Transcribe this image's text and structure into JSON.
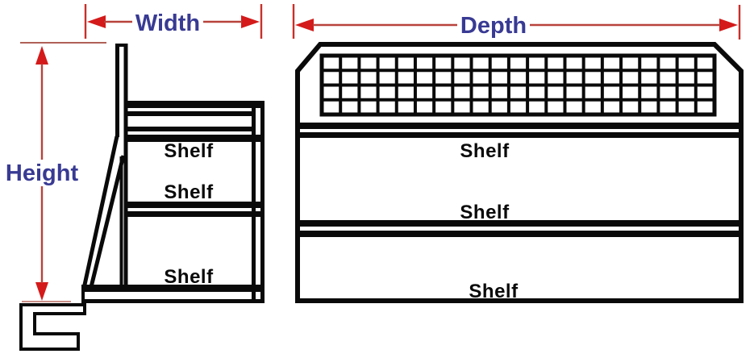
{
  "diagram": {
    "description": "Shelving unit dimension diagram with side view and front view",
    "colors": {
      "dimension_red": "#d41a1a",
      "label_blue": "#383a93",
      "drawing_black": "#0a0a0a",
      "background": "#ffffff"
    },
    "dimension_labels": {
      "width": "Width",
      "depth": "Depth",
      "height": "Height"
    },
    "side_view": {
      "shelf_labels": [
        "Shelf",
        "Shelf",
        "Shelf"
      ]
    },
    "front_view": {
      "shelf_labels": [
        "Shelf",
        "Shelf",
        "Shelf"
      ],
      "mesh": {
        "columns": 21,
        "rows": 4
      }
    }
  }
}
